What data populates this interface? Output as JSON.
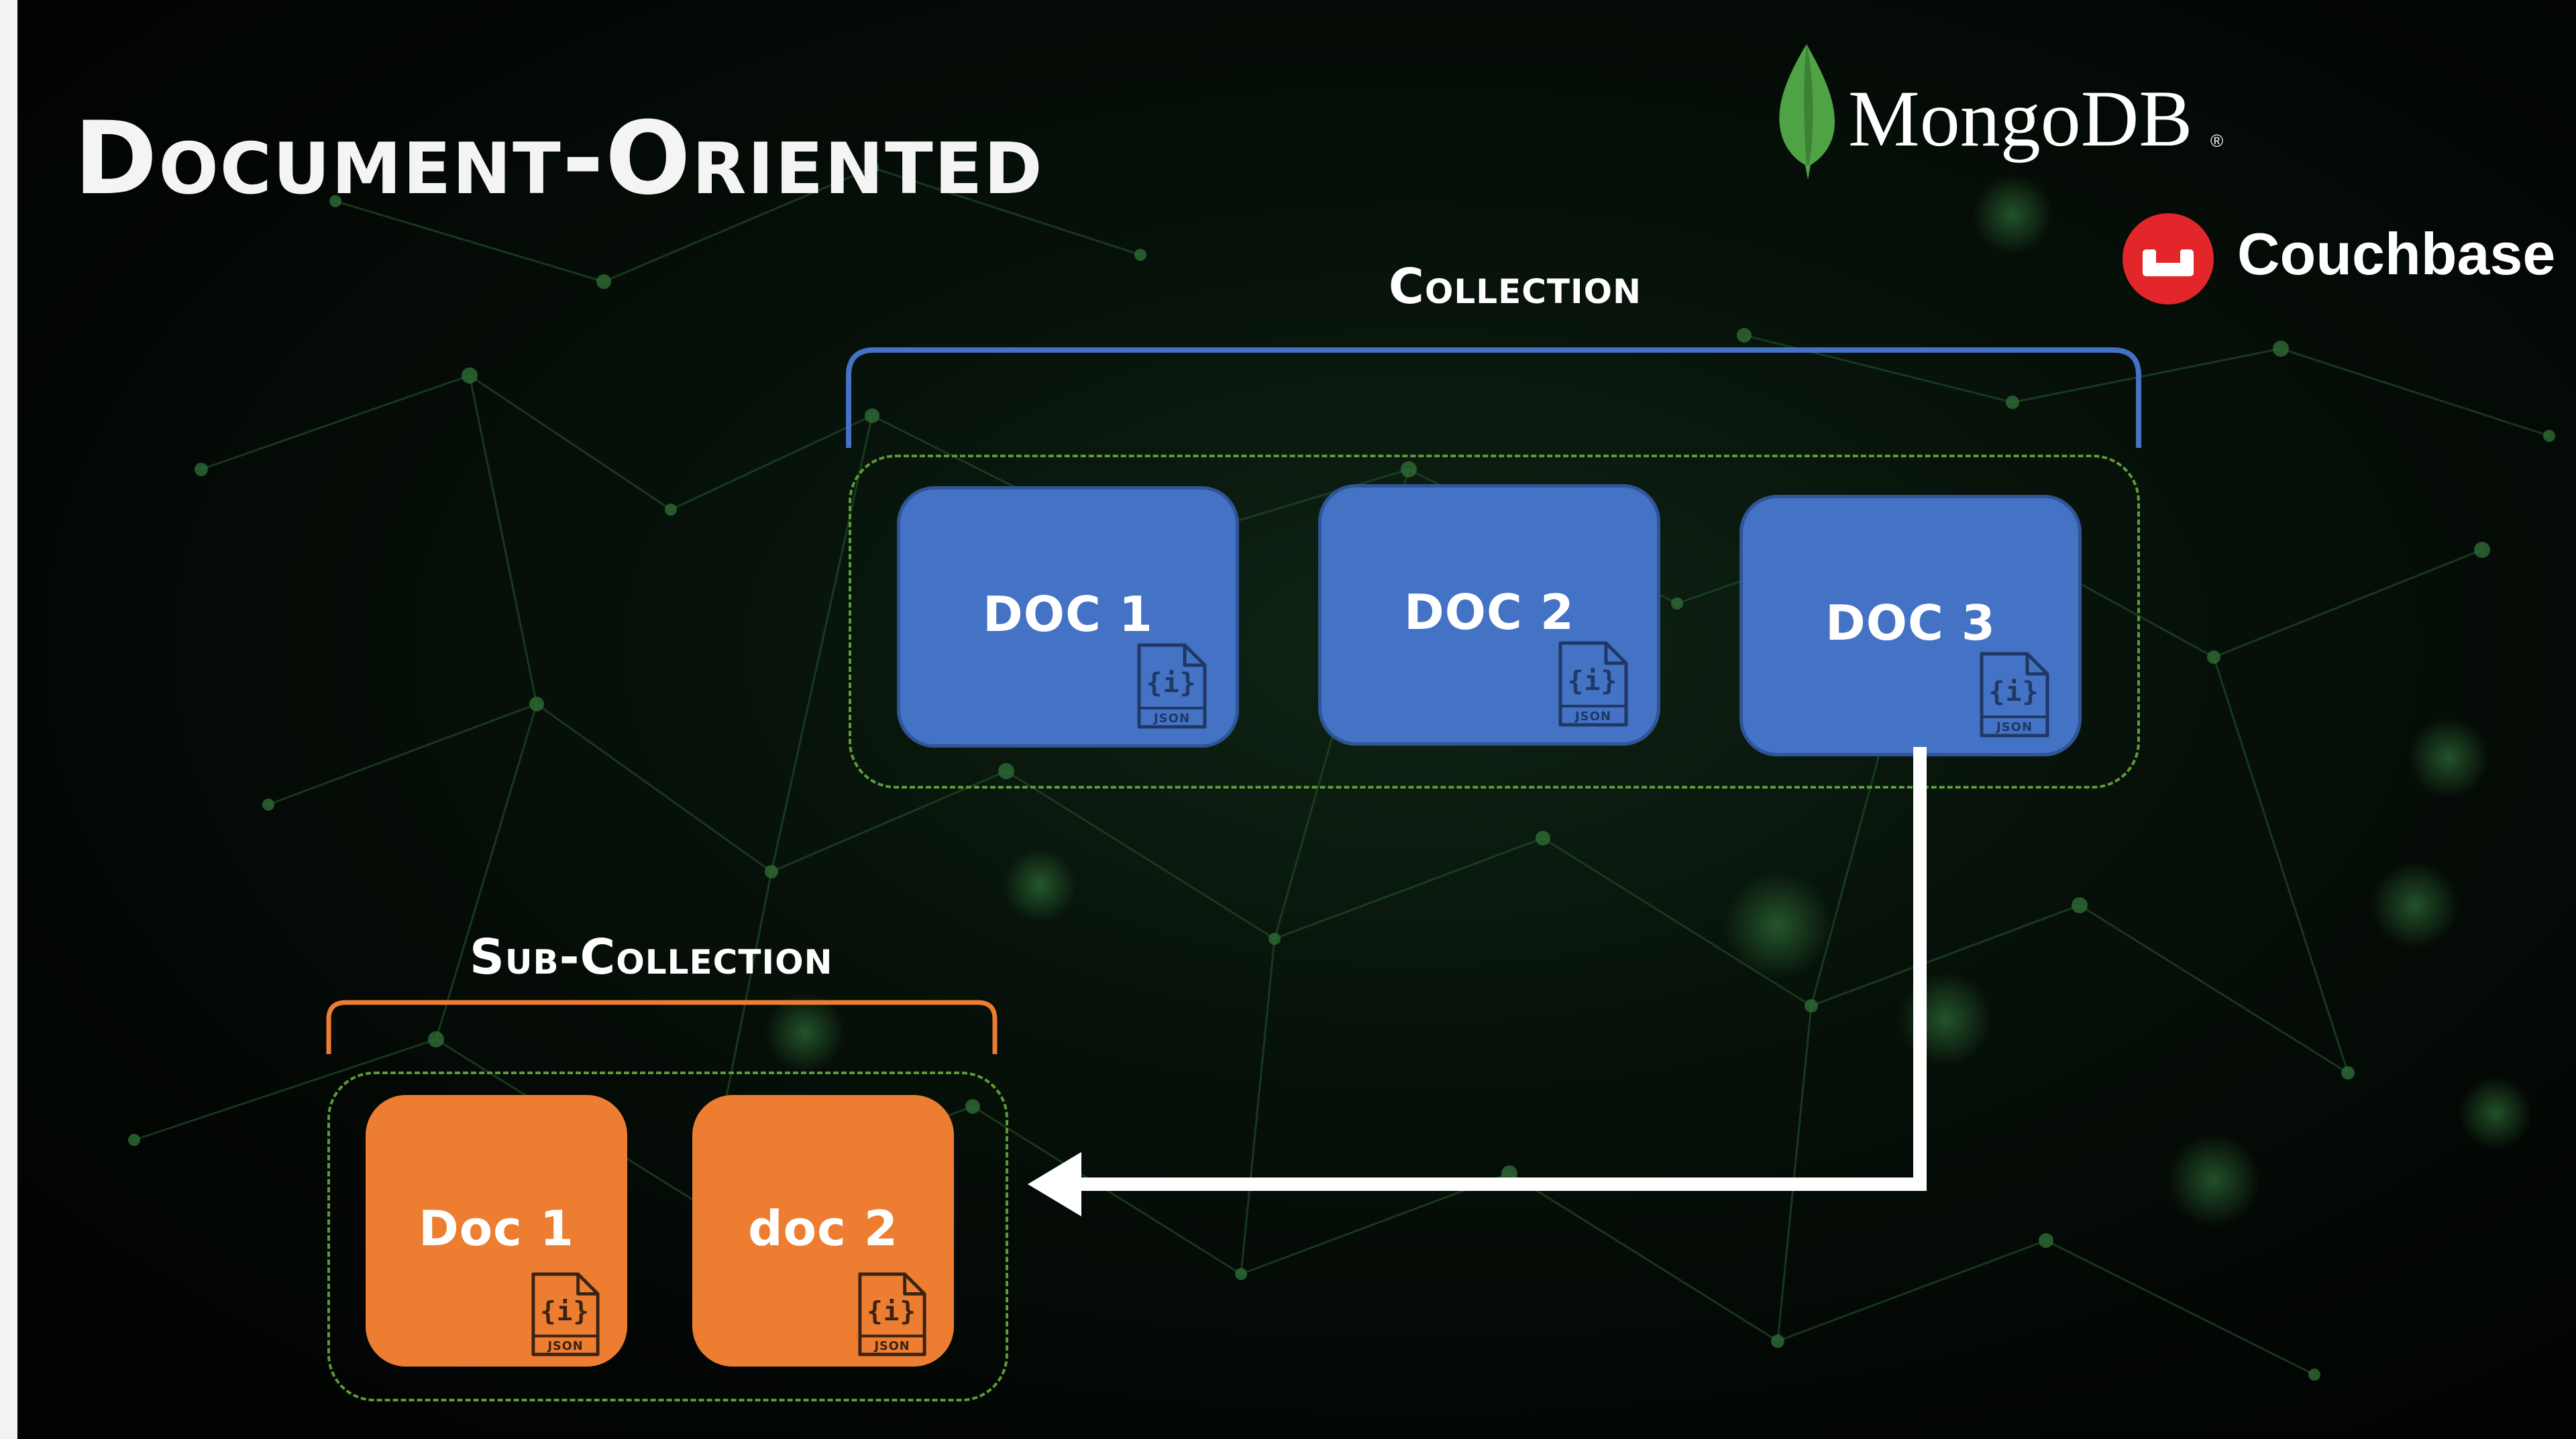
{
  "title": "Document-Oriented",
  "collection": {
    "label": "Collection",
    "docs": [
      {
        "label": "DOC 1",
        "icon": "json-file-icon"
      },
      {
        "label": "DOC 2",
        "icon": "json-file-icon"
      },
      {
        "label": "DOC 3",
        "icon": "json-file-icon"
      }
    ]
  },
  "subcollection": {
    "label": "Sub-Collection",
    "docs": [
      {
        "label": "Doc 1",
        "icon": "json-file-icon"
      },
      {
        "label": "doc 2",
        "icon": "json-file-icon"
      }
    ]
  },
  "icon_text": "JSON",
  "icon_glyph": "{i}",
  "brands": {
    "mongodb": "MongoDB",
    "mongodb_mark": "®",
    "couchbase": "Couchbase"
  },
  "colors": {
    "collection_blue": "#4472c4",
    "collection_bracket": "#4472c4",
    "subcollection_orange": "#ed7d31",
    "dashed_outline": "#5c9a3a",
    "arrow": "#ffffff",
    "mongodb_green": "#4fa345",
    "couchbase_red": "#e2262a"
  }
}
